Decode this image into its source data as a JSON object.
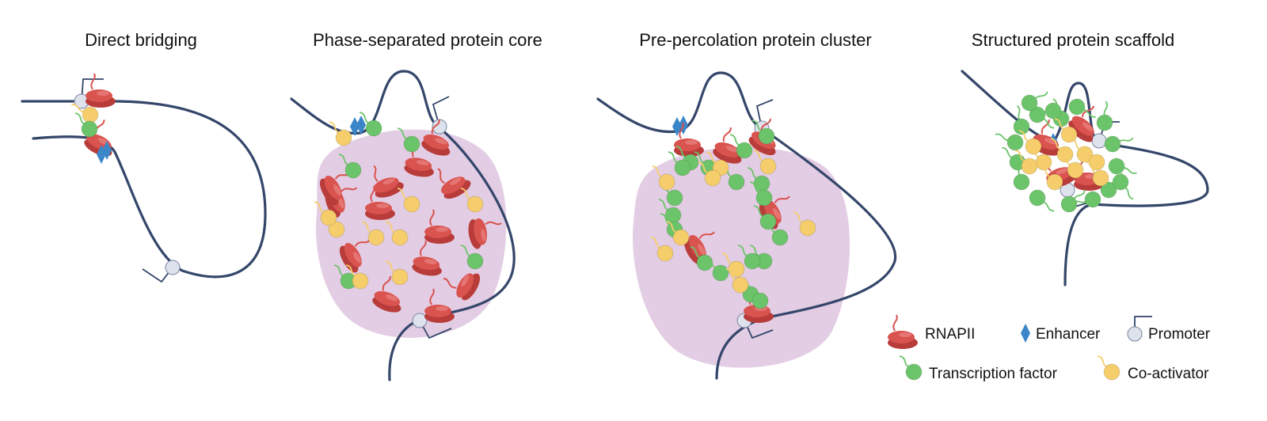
{
  "panels": [
    {
      "title": "Direct bridging"
    },
    {
      "title": "Phase-separated protein core"
    },
    {
      "title": "Pre-percolation protein cluster"
    },
    {
      "title": "Structured protein scaffold"
    }
  ],
  "legend": {
    "rnapii": "RNAPII",
    "enhancer": "Enhancer",
    "promoter": "Promoter",
    "transcription_factor": "Transcription factor",
    "coactivator": "Co-activator"
  },
  "colors": {
    "dna": "#34466a",
    "rnapii": "#d9534f",
    "rnapii_dark": "#b83c3a",
    "enhancer": "#3a86c8",
    "promoter": "#dde2ec",
    "transcription_factor": "#6cc46a",
    "coactivator": "#f5cd6a",
    "condensate": "#dcc0dd"
  }
}
